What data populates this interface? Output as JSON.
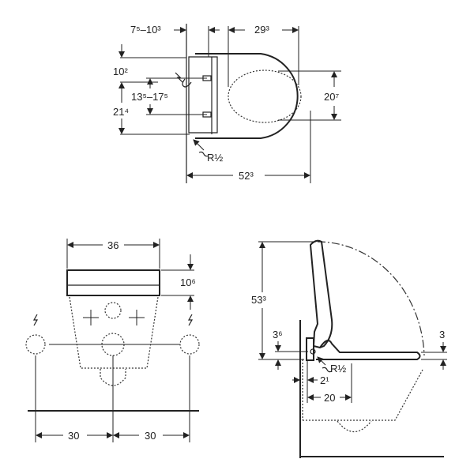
{
  "top_view": {
    "wall_offset": "7⁵–10³",
    "seat_depth": "29³",
    "top_to_fixing": "10²",
    "fixing_spacing": "13⁵–17⁵",
    "fixing_height": "21⁴",
    "bowl_width": "20⁷",
    "total_length": "52³",
    "water_connection": "R½"
  },
  "front_view": {
    "width": "36",
    "height": "10⁶",
    "left_spacing": "30",
    "right_spacing": "30"
  },
  "side_view": {
    "open_height": "53³",
    "seat_offset": "3⁶",
    "seat_clearance": "3",
    "wall_gap": "2¹",
    "connection_distance": "20",
    "water_connection": "R½"
  }
}
